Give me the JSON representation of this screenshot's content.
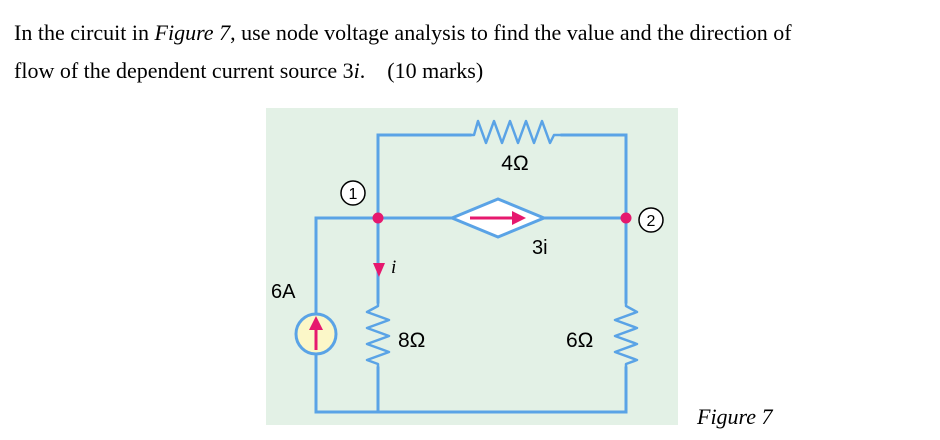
{
  "question": {
    "line1_pre": "In the circuit in ",
    "figure_ref": "Figure 7",
    "line1_post": ", use node voltage analysis to find the value and the direction of",
    "line2_pre": "flow of the dependent current source 3",
    "var_i": "i",
    "line2_post": ".",
    "marks": "(10 marks)"
  },
  "circuit": {
    "background_color": "#e3f1e6",
    "wire_color": "#5aa3e6",
    "node_color": "#e6186e",
    "arrow_color": "#e6186e",
    "source_fill": "#fbf7c8",
    "labels": {
      "r_top": "4Ω",
      "r_left": "8Ω",
      "r_right": "6Ω",
      "dep_source": "3i",
      "current_source": "6A",
      "current_i": "i",
      "node1": "1",
      "node2": "2"
    },
    "icons": {
      "current_source": "independent-current-source-icon",
      "dep_source": "dependent-current-source-diamond-icon",
      "resistor": "resistor-zigzag-icon"
    }
  },
  "caption": "Figure 7"
}
